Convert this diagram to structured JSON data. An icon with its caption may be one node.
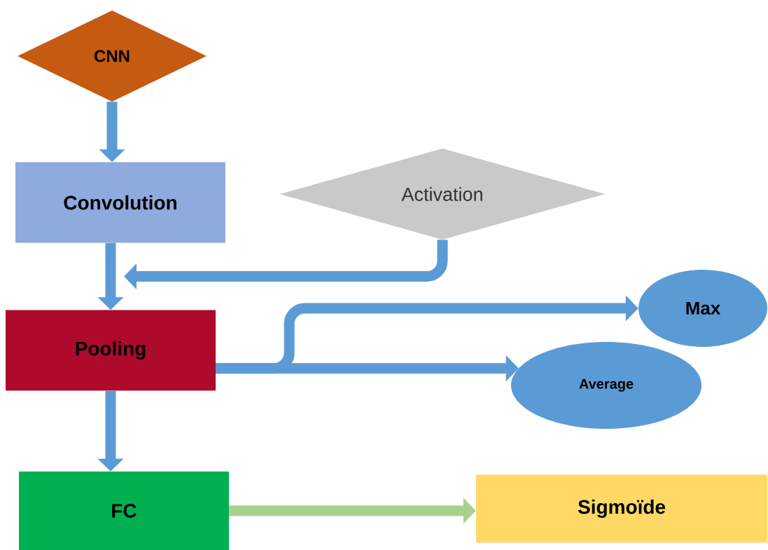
{
  "diagram": {
    "nodes": [
      {
        "text": [
          "CNN"
        ]
      },
      {
        "text": [
          "Convolution"
        ]
      },
      {
        "text": [
          "Activation"
        ]
      },
      {
        "text": [
          "Pooling"
        ]
      },
      {
        "text": [
          "Max"
        ]
      },
      {
        "text": [
          "Average"
        ]
      },
      {
        "text": [
          "FC"
        ]
      },
      {
        "text": [
          "Sigmoïde"
        ]
      }
    ],
    "edges": [
      {
        "from": 0,
        "to": 1,
        "arrow": "to"
      },
      {
        "from": 1,
        "to": 3,
        "arrow": "to"
      },
      {
        "from": 2,
        "to": 3,
        "arrow": "to"
      },
      {
        "from": 3,
        "to": 4,
        "arrow": "to"
      },
      {
        "from": 3,
        "to": 5,
        "arrow": "to"
      },
      {
        "from": 3,
        "to": 6,
        "arrow": "to"
      },
      {
        "from": 6,
        "to": 7,
        "arrow": "to",
        "color": "#a9d18e"
      }
    ]
  }
}
